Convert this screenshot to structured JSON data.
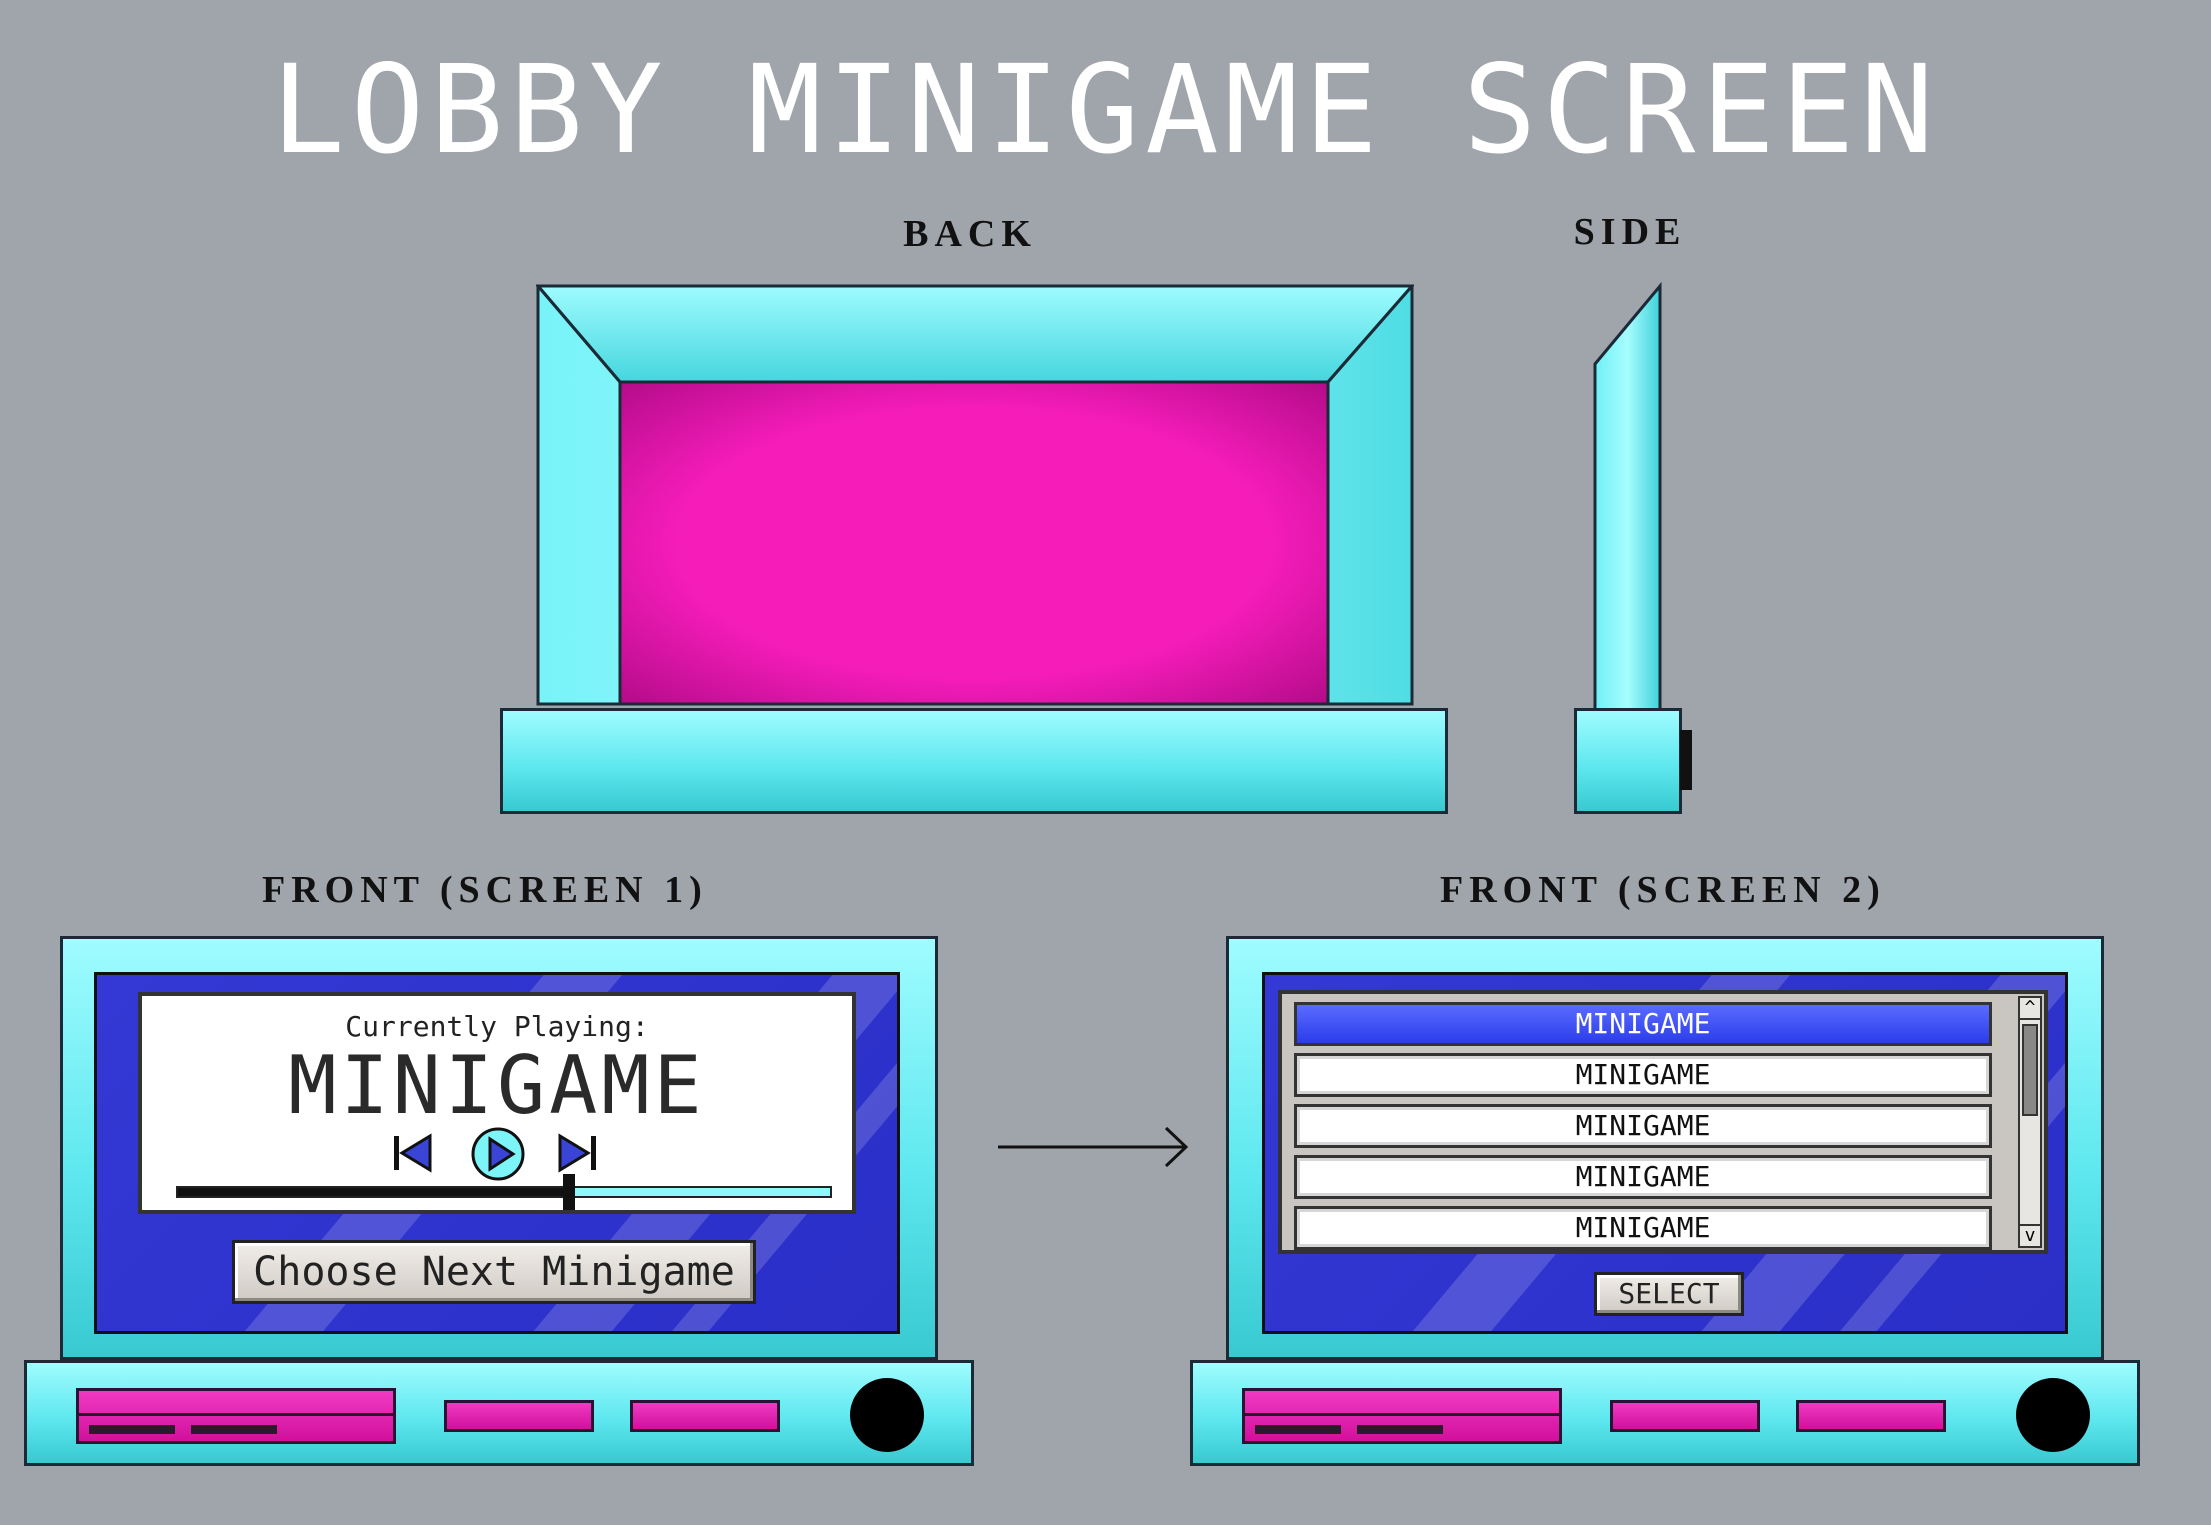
{
  "page": {
    "title": "LOBBY MINIGAME SCREEN",
    "colors": {
      "background": "#a0a4ab",
      "cyan": "#5fe8ef",
      "magenta": "#f01cb8",
      "screen_blue": "#2b2fc8"
    }
  },
  "views": {
    "back_label": "BACK",
    "side_label": "SIDE",
    "front1_label": "FRONT (SCREEN 1)",
    "front2_label": "FRONT (SCREEN 2)"
  },
  "screen1": {
    "now_playing_label": "Currently Playing:",
    "game_title": "MINIGAME",
    "progress_fraction": 0.6,
    "choose_button": "Choose Next Minigame",
    "icons": [
      "skip-back-icon",
      "play-icon",
      "skip-forward-icon"
    ]
  },
  "screen2": {
    "items": [
      "MINIGAME",
      "MINIGAME",
      "MINIGAME",
      "MINIGAME",
      "MINIGAME"
    ],
    "selected_index": 0,
    "select_button": "SELECT",
    "scroll_up": "^",
    "scroll_down": "v"
  }
}
